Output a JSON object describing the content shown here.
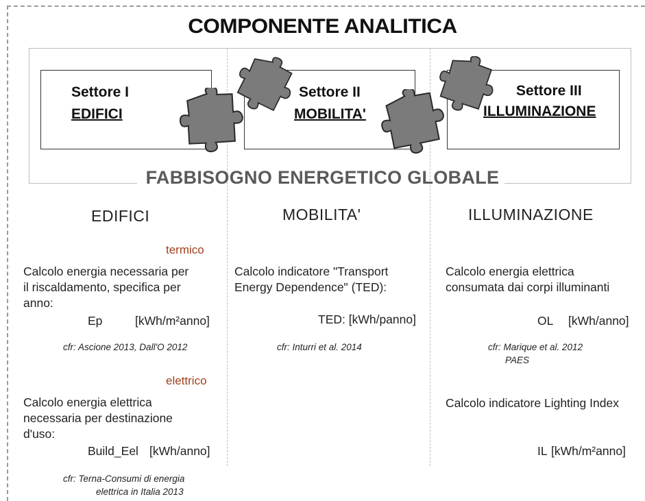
{
  "title": "COMPONENTE ANALITICA",
  "banner": "FABBISOGNO ENERGETICO GLOBALE",
  "sectors": [
    {
      "title": "Settore I",
      "name": "EDIFICI"
    },
    {
      "title": "Settore II",
      "name": "MOBILITA'"
    },
    {
      "title": "Settore III",
      "name": "ILLUMINAZIONE"
    }
  ],
  "columns": {
    "edifici": {
      "heading": "EDIFICI",
      "termico_label": "termico",
      "termico_line1": "Calcolo energia necessaria per",
      "termico_line2": "il riscaldamento, specifica per",
      "termico_line3": "anno:",
      "ep_symbol": "Ep",
      "ep_unit": "[kWh/m²anno]",
      "cfr1": "cfr: Ascione 2013, Dall'O 2012",
      "elettrico_label": "elettrico",
      "el_line1": "Calcolo energia elettrica",
      "el_line2": "necessaria per destinazione",
      "el_line3": "d'uso:",
      "build_symbol": "Build_Eel",
      "build_unit": "[kWh/anno]",
      "cfr2_line1": "cfr: Terna-Consumi di energia",
      "cfr2_line2": "elettrica in Italia 2013"
    },
    "mobilita": {
      "heading": "MOBILITA'",
      "line1": "Calcolo indicatore \"Transport",
      "line2": "Energy Dependence\" (TED):",
      "ted_formula": "TED: [kWh/panno]",
      "cfr": "cfr: Inturri et al. 2014"
    },
    "illuminazione": {
      "heading": "ILLUMINAZIONE",
      "line1": "Calcolo energia elettrica",
      "line2": "consumata dai corpi illuminanti",
      "ol_symbol": "OL",
      "ol_unit": "[kWh/anno]",
      "cfr_line1": "cfr: Marique et al. 2012",
      "cfr_line2": "PAES",
      "li_text": "Calcolo indicatore Lighting Index",
      "il_symbol": "IL",
      "il_unit": "[kWh/m²anno]"
    }
  },
  "colors": {
    "puzzle": "#7b7b7b",
    "puzzle_stroke": "#2a2a2a",
    "accent": "#a0401c",
    "banner": "#5a5a5a"
  }
}
